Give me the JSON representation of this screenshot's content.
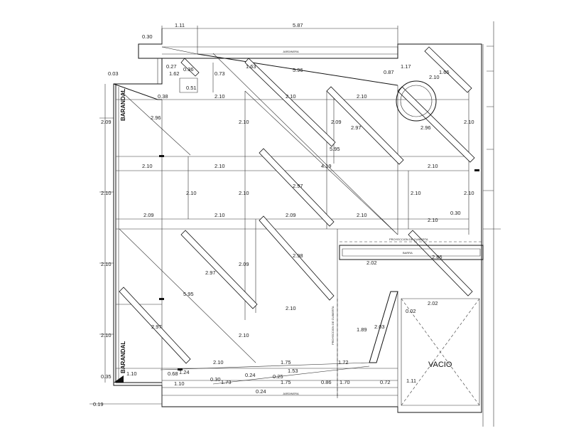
{
  "labels": {
    "jardinera_top": "JARDINERA",
    "jardinera_bottom": "JARDINERA",
    "barandal_top": "BARANDAL",
    "barandal_bottom": "BARANDAL",
    "vacio": "VACIO",
    "barra": "BARRA",
    "proyeccion_h": "PROYECCION DE CUBIERTA",
    "proyeccion_v": "PROYECCION DE CUBIERTA"
  },
  "dimensions": {
    "top_111": "1.11",
    "top_587": "5.87",
    "d_030a": "0.30",
    "d_003": "0.03",
    "d_027": "0.27",
    "d_036": "0.36",
    "d_162": "1.62",
    "d_051": "0.51",
    "d_038": "0.38",
    "d_073": "0.73",
    "d_163": "1.63",
    "d_596": "5.96",
    "d_087": "0.87",
    "d_117": "1.17",
    "d_165": "1.65",
    "d_210_circ": "2.10",
    "r1_a": "2.10",
    "r1_b": "2.10",
    "r1_c": "2.10",
    "d_209_left": "2.09",
    "d_296a": "2.96",
    "v_210a": "2.10",
    "v_209a": "2.09",
    "d_297a": "2.97",
    "d_296b": "2.96",
    "v_210b": "2.10",
    "d_595a": "5.95",
    "r2_a": "2.10",
    "r2_b": "2.10",
    "r2_c": "4.19",
    "r2_d": "2.10",
    "v_210c": "2.10",
    "v_210d": "2.10",
    "v_210e": "2.10",
    "d_297b": "2.97",
    "v_210f": "2.10",
    "v_210g": "2.10",
    "r3_a": "2.09",
    "r3_b": "2.10",
    "r3_c": "2.09",
    "r3_d": "2.10",
    "r3_e": "2.10",
    "d_030b": "0.30",
    "v_210h": "2.10",
    "d_297c": "2.97",
    "v_209b": "2.09",
    "d_298": "2.98",
    "d_286": "2.86",
    "d_595b": "5.95",
    "d_202a": "2.02",
    "d_210_mid": "2.10",
    "d_202b": "2.02",
    "d_002": "0.02",
    "d_189": "1.89",
    "d_203": "2.03",
    "v_210i": "2.10",
    "d_297d": "2.97",
    "v_210j": "2.10",
    "d_035": "0.35",
    "d_110a": "1.10",
    "d_068": "0.68",
    "d_124": "1.24",
    "d_210_bot": "2.10",
    "d_175a": "1.75",
    "d_153": "1.53",
    "d_172": "1.72",
    "d_030c": "0.30",
    "d_024a": "0.24",
    "d_025": "0.25",
    "d_110b": "1.10",
    "d_173": "1.73",
    "d_175b": "1.75",
    "d_086": "0.86",
    "d_170": "1.70",
    "d_072": "0.72",
    "d_111b": "1.11",
    "d_024b": "0.24",
    "d_019": "0.19"
  }
}
